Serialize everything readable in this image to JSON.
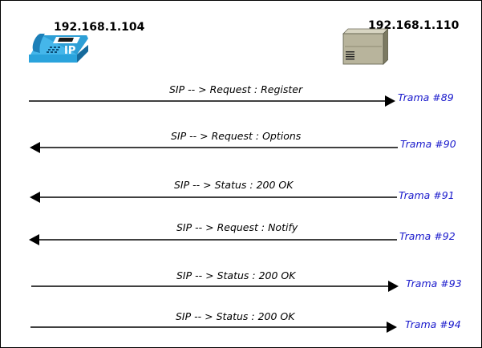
{
  "endpoints": {
    "left_ip": "192.168.1.104",
    "right_ip": "192.168.1.110"
  },
  "messages": [
    {
      "label": "SIP -- > Request : Register",
      "frame": "Trama #89",
      "direction": "left-to-right"
    },
    {
      "label": "SIP -- > Request : Options",
      "frame": "Trama #90",
      "direction": "right-to-left"
    },
    {
      "label": "SIP -- > Status : 200 OK",
      "frame": "Trama #91",
      "direction": "right-to-left"
    },
    {
      "label": "SIP -- > Request : Notify",
      "frame": "Trama #92",
      "direction": "right-to-left"
    },
    {
      "label": "SIP -- > Status : 200 OK",
      "frame": "Trama #93",
      "direction": "left-to-right"
    },
    {
      "label": "SIP -- > Status : 200 OK",
      "frame": "Trama #94",
      "direction": "left-to-right"
    }
  ],
  "icons": {
    "left_device": "ip-phone-icon",
    "right_device": "server-icon"
  },
  "colors": {
    "frame_label": "#1a1acc",
    "arrow": "#000000",
    "phone": "#2aa3dc",
    "server": "#b8b49c"
  },
  "phone_badge": "IP"
}
